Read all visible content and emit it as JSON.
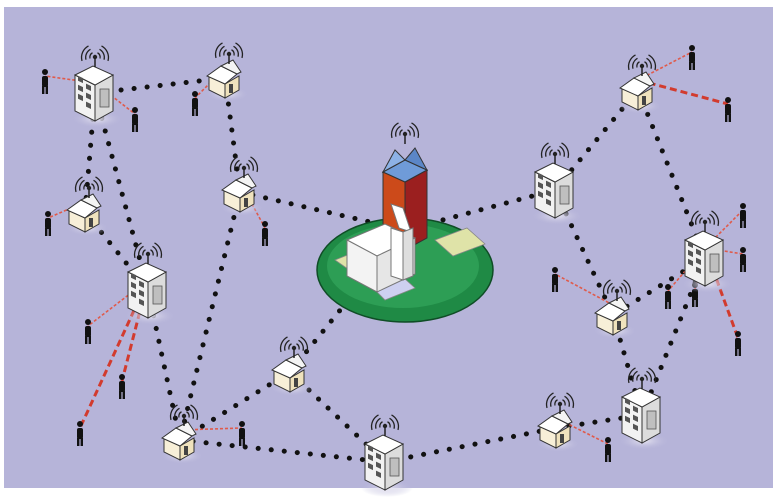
{
  "colors": {
    "background": "#b6b4d9",
    "frame": "#ffffff",
    "mesh_link": "#111111",
    "client_link": "#d23b2e",
    "client_link_dash": "#e05a4a",
    "house_wall": "#f7efd8",
    "house_roof": "#ffffff",
    "building_wall": "#dcdcdc",
    "person": "#111111",
    "central_ground": "#1f8a45",
    "central_ground_inner": "#dfe3a8",
    "central_tower_red": "#cc4a1a",
    "central_tower_dark": "#9b1f1f",
    "central_tower_top": "#6f9bd8",
    "central_church": "#ffffff"
  },
  "diagram": {
    "type": "wireless-mesh-network",
    "nodes": [
      {
        "id": "n1",
        "kind": "building",
        "icon": "office-building-icon"
      },
      {
        "id": "n2",
        "kind": "house",
        "icon": "house-icon"
      },
      {
        "id": "n3",
        "kind": "house",
        "icon": "house-icon"
      },
      {
        "id": "n4",
        "kind": "building",
        "icon": "office-building-icon"
      },
      {
        "id": "n5",
        "kind": "house",
        "icon": "house-icon"
      },
      {
        "id": "n6",
        "kind": "house",
        "icon": "house-icon"
      },
      {
        "id": "n7",
        "kind": "central-hub",
        "icon": "church-tower-icon"
      },
      {
        "id": "n8",
        "kind": "building",
        "icon": "office-building-icon"
      },
      {
        "id": "n9",
        "kind": "house",
        "icon": "house-icon"
      },
      {
        "id": "n10",
        "kind": "building",
        "icon": "office-building-icon"
      },
      {
        "id": "n11",
        "kind": "house",
        "icon": "house-icon"
      },
      {
        "id": "n12",
        "kind": "house",
        "icon": "house-icon"
      },
      {
        "id": "n13",
        "kind": "building",
        "icon": "office-building-icon"
      },
      {
        "id": "n14",
        "kind": "house",
        "icon": "house-icon"
      },
      {
        "id": "n15",
        "kind": "building",
        "icon": "office-building-icon"
      }
    ],
    "mesh_links": [
      [
        "n1",
        "n2"
      ],
      [
        "n1",
        "n4"
      ],
      [
        "n1",
        "n3"
      ],
      [
        "n2",
        "n5"
      ],
      [
        "n3",
        "n4"
      ],
      [
        "n4",
        "n6"
      ],
      [
        "n5",
        "n6"
      ],
      [
        "n5",
        "n7"
      ],
      [
        "n7",
        "n8"
      ],
      [
        "n8",
        "n9"
      ],
      [
        "n9",
        "n10"
      ],
      [
        "n8",
        "n11"
      ],
      [
        "n10",
        "n11"
      ],
      [
        "n10",
        "n15"
      ],
      [
        "n11",
        "n15"
      ],
      [
        "n6",
        "n13"
      ],
      [
        "n6",
        "n12"
      ],
      [
        "n12",
        "n13"
      ],
      [
        "n12",
        "n7"
      ],
      [
        "n13",
        "n14"
      ],
      [
        "n14",
        "n15"
      ]
    ],
    "client_link_count": 22,
    "wireless_icon": "antenna-signal-icon",
    "user_icon": "person-icon"
  }
}
